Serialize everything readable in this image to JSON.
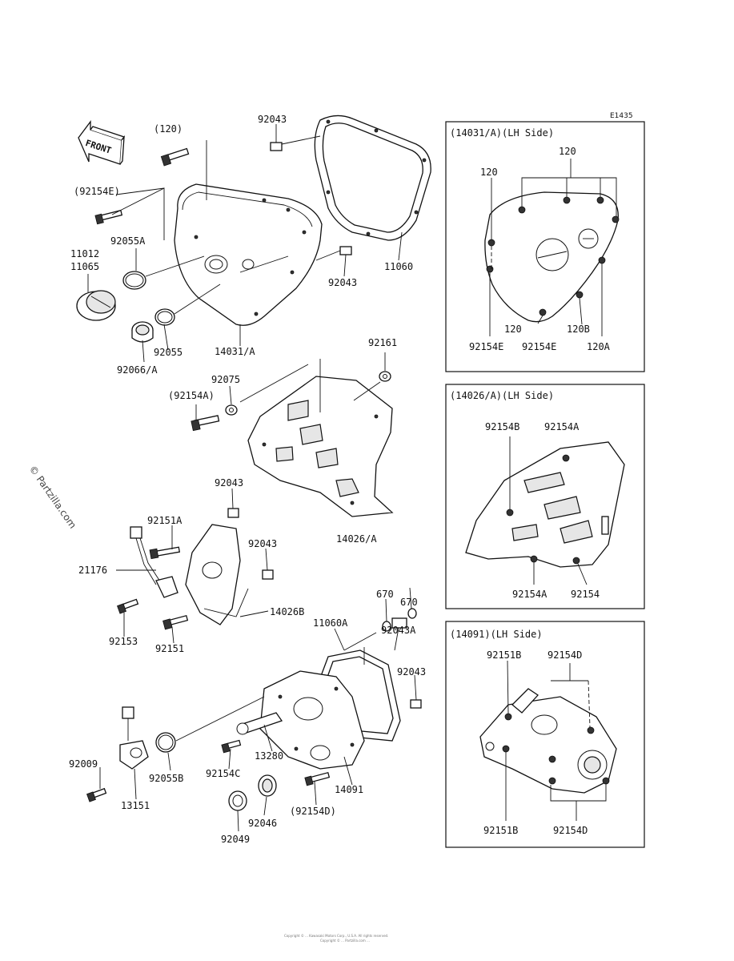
{
  "diagram_code": "E1435",
  "front_arrow_label": "FRONT",
  "watermark": "© Partzilla.com",
  "footer_line1": "Copyright © ... Kawasaki Motors Corp., U.S.A. All rights reserved.",
  "footer_line2": "Copyright © ... Partzilla.com ...",
  "colors": {
    "ink": "#111111",
    "paper": "#ffffff",
    "shade": "#e6e6e6"
  },
  "callouts": [
    {
      "id": "l1",
      "text": "(120)"
    },
    {
      "id": "l2",
      "text": "92043"
    },
    {
      "id": "l3",
      "text": "(92154E)"
    },
    {
      "id": "l4",
      "text": "92055A"
    },
    {
      "id": "l5",
      "text": "11012"
    },
    {
      "id": "l6",
      "text": "11065"
    },
    {
      "id": "l7",
      "text": "11060"
    },
    {
      "id": "l8",
      "text": "92043"
    },
    {
      "id": "l9",
      "text": "92055"
    },
    {
      "id": "l10",
      "text": "14031/A"
    },
    {
      "id": "l11",
      "text": "92066/A"
    },
    {
      "id": "l12",
      "text": "92161"
    },
    {
      "id": "l13",
      "text": "92075"
    },
    {
      "id": "l14",
      "text": "(92154A)"
    },
    {
      "id": "l15",
      "text": "92043"
    },
    {
      "id": "l16",
      "text": "92151A"
    },
    {
      "id": "l17",
      "text": "14026/A"
    },
    {
      "id": "l18",
      "text": "92043"
    },
    {
      "id": "l19",
      "text": "21176"
    },
    {
      "id": "l20",
      "text": "670"
    },
    {
      "id": "l21",
      "text": "670"
    },
    {
      "id": "l22",
      "text": "14026B"
    },
    {
      "id": "l23",
      "text": "92153"
    },
    {
      "id": "l24",
      "text": "92151"
    },
    {
      "id": "l25",
      "text": "11060A"
    },
    {
      "id": "l26",
      "text": "92043A"
    },
    {
      "id": "l27",
      "text": "92043"
    },
    {
      "id": "l28",
      "text": "92009"
    },
    {
      "id": "l29",
      "text": "13280"
    },
    {
      "id": "l30",
      "text": "92154C"
    },
    {
      "id": "l31",
      "text": "92055B"
    },
    {
      "id": "l32",
      "text": "14091"
    },
    {
      "id": "l33",
      "text": "13151"
    },
    {
      "id": "l34",
      "text": "92046"
    },
    {
      "id": "l35",
      "text": "(92154D)"
    },
    {
      "id": "l36",
      "text": "92049"
    }
  ],
  "panels": [
    {
      "title": "(14031/A)(LH Side)",
      "labels": [
        "120",
        "120",
        "120",
        "120B",
        "120A",
        "92154E",
        "92154E"
      ]
    },
    {
      "title": "(14026/A)(LH Side)",
      "labels": [
        "92154B",
        "92154A",
        "92154A",
        "92154"
      ]
    },
    {
      "title": "(14091)(LH Side)",
      "labels": [
        "92151B",
        "92154D",
        "92151B",
        "92154D"
      ]
    }
  ]
}
